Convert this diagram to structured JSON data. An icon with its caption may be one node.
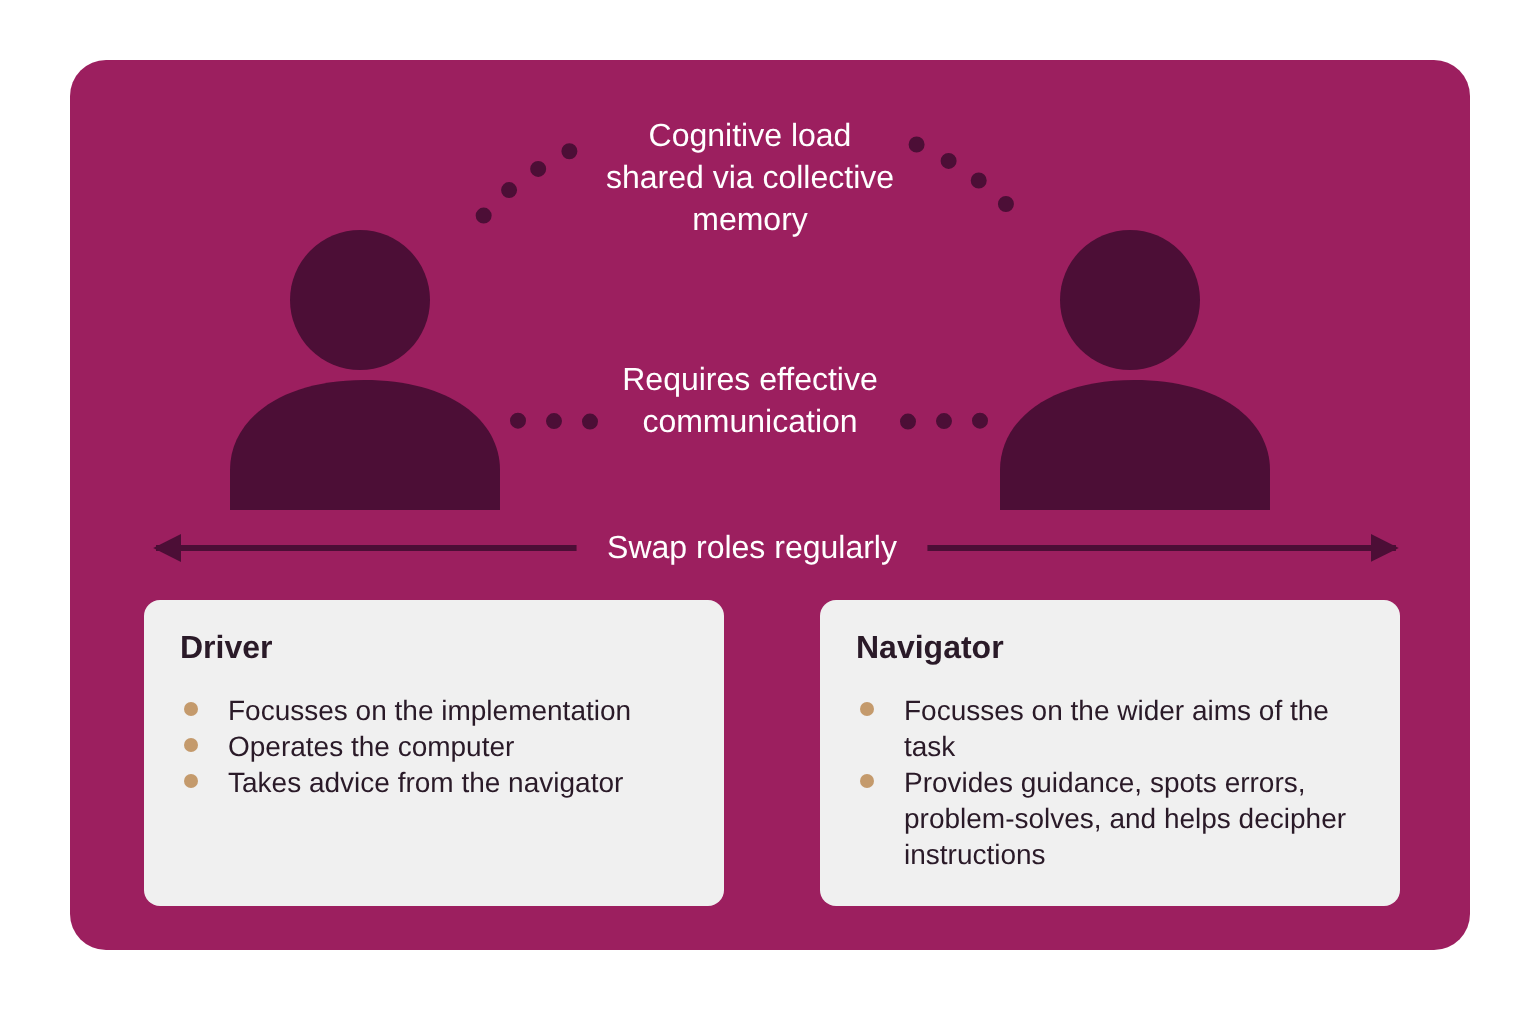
{
  "diagram": {
    "nodes": [
      {
        "text": [],
        "shape": "person"
      },
      {
        "text": [
          "Cognitive load shared via collective memory"
        ]
      },
      {
        "text": [],
        "shape": "person"
      },
      {
        "text": [
          "Requires effective communication"
        ]
      },
      {
        "text": [
          "Swap roles regularly"
        ]
      },
      {
        "text": [
          "Driver",
          "Focusses on the implementation",
          "Operates the computer",
          "Takes advice from the navigator"
        ]
      },
      {
        "text": [
          "Navigator",
          "Focusses on the wider aims of the task",
          "Provides guidance, spots errors, problem-solves, and helps decipher instructions"
        ]
      }
    ],
    "edges": [
      {
        "from": 0,
        "to": 1,
        "arrow": "none",
        "style": "dashed"
      },
      {
        "from": 1,
        "to": 2,
        "arrow": "none",
        "style": "dashed"
      },
      {
        "from": 0,
        "to": 3,
        "arrow": "none",
        "style": "dashed"
      },
      {
        "from": 3,
        "to": 2,
        "arrow": "none",
        "style": "dashed"
      },
      {
        "from": 4,
        "to": 5,
        "arrow": "to"
      },
      {
        "from": 4,
        "to": 6,
        "arrow": "to"
      }
    ]
  }
}
